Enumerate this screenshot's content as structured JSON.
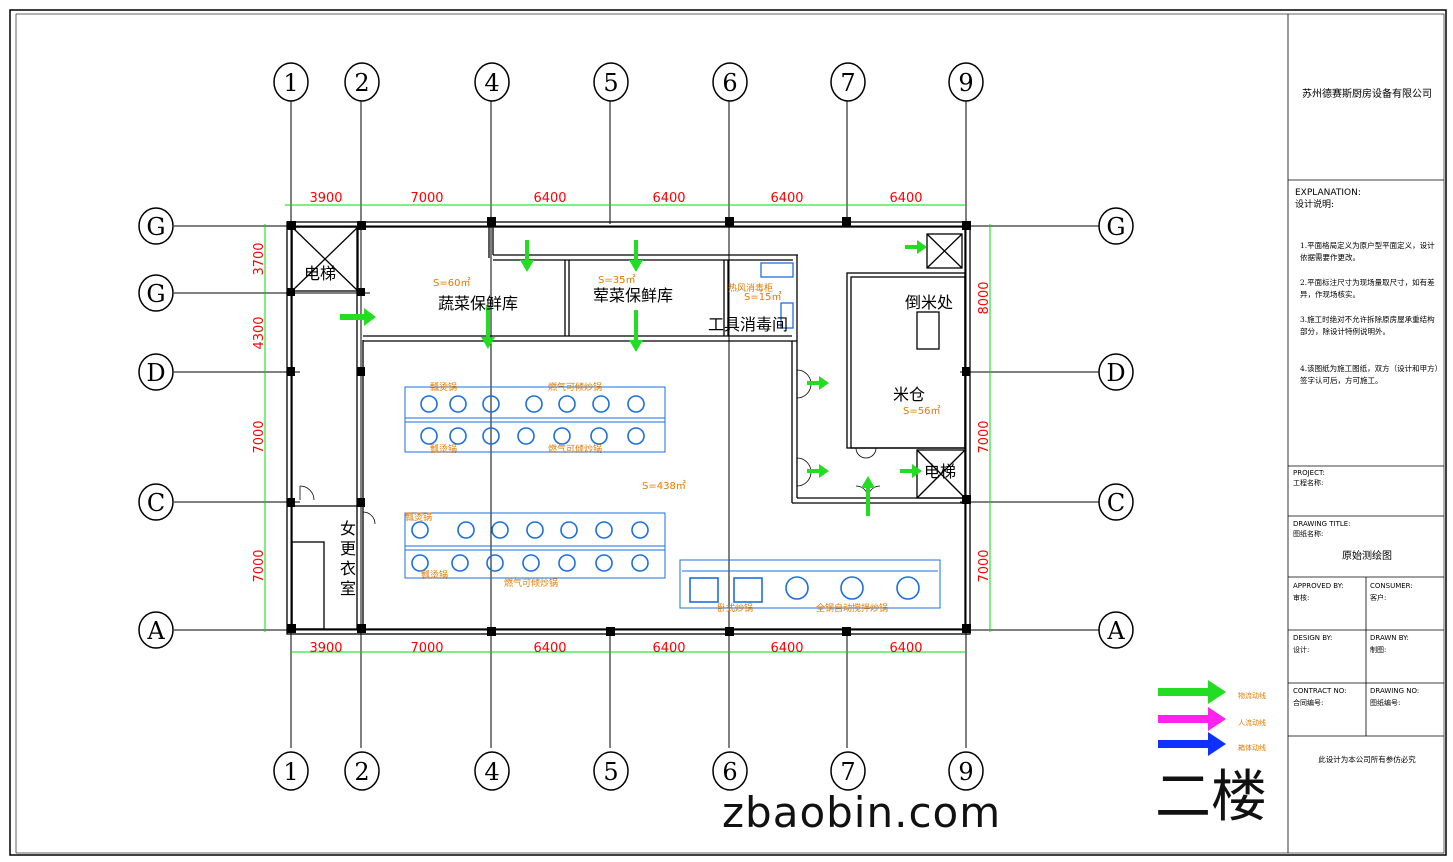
{
  "company": "苏州德赛斯厨房设备有限公司",
  "explanation": {
    "title_en": "EXPLANATION:",
    "title_cn": "设计说明:",
    "notes": [
      "1.平面格局定义为原户型平面定义，设计依据需要作更改。",
      "2.平面标注尺寸为现场量取尺寸，如有差异，作现场核实。",
      "3.施工时绝对不允许拆除原房屋承重结构部分，除设计特例说明外。",
      "4.该图纸为施工图纸，双方（设计和甲方）签字认可后，方可施工。"
    ]
  },
  "title_block": {
    "project_en": "PROJECT:",
    "project_cn": "工程名称:",
    "drawing_title_en": "DRAWING TITLE:",
    "drawing_title_cn": "图纸名称:",
    "drawing_title_value": "原始测绘图",
    "approved_en": "APPROVED BY:",
    "approved_cn": "审核:",
    "consumer_en": "CONSUMER:",
    "consumer_cn": "客户:",
    "design_en": "DESIGN BY:",
    "design_cn": "设计:",
    "drawn_en": "DRAWN BY:",
    "drawn_cn": "制图:",
    "contract_en": "CONTRACT NO:",
    "contract_cn": "合同编号:",
    "drawing_no_en": "DRAWING NO:",
    "drawing_no_cn": "图纸编号:",
    "copyright": "此设计为本公司所有参仿必究"
  },
  "axes": {
    "vertical": [
      "1",
      "2",
      "4",
      "5",
      "6",
      "7",
      "9"
    ],
    "horizontal": [
      "G",
      "G",
      "D",
      "C",
      "A"
    ],
    "top_dims": [
      "3900",
      "7000",
      "6400",
      "6400",
      "6400",
      "6400"
    ],
    "bottom_dims": [
      "3900",
      "7000",
      "6400",
      "6400",
      "6400",
      "6400"
    ],
    "left_dims": [
      "3700",
      "4300",
      "7000",
      "7000"
    ],
    "right_dims": [
      "8000",
      "7000",
      "7000"
    ]
  },
  "rooms": {
    "elevator_1": "电梯",
    "veg_store": "蔬菜保鲜库",
    "veg_area": "S=60㎡",
    "meat_store": "荤菜保鲜库",
    "meat_area": "S=35㎡",
    "tool_room": "工具消毒间",
    "tool_label": "热风消毒柜",
    "tool_area": "S=15㎡",
    "rice_pour": "倒米处",
    "rice_store": "米仓",
    "rice_area": "S=56㎡",
    "elevator_2": "电梯",
    "locker": "女更衣室",
    "kitchen_area": "S=438㎡"
  },
  "equipment_labels": {
    "row1_top_a": "瓢烫锅",
    "row1_top_b": "燃气可倾炒锅",
    "row1_bottom_a": "瓢烫锅",
    "row1_bottom_b": "燃气可倾炒锅",
    "row2_top_a": "瓢烫锅",
    "row2_bottom_a": "瓢烫锅",
    "row2_bottom_b": "燃气可倾炒锅",
    "row3_a": "卧式炒锅",
    "row3_b": "全钢自动搅拌炒锅"
  },
  "legend": [
    {
      "label": "物流动线",
      "color": "#22dd22"
    },
    {
      "label": "人流动线",
      "color": "#ff22ee"
    },
    {
      "label": "箱体动线",
      "color": "#1030ff"
    }
  ],
  "floor_label": "二楼",
  "watermark": "zbaobin.com",
  "colors": {
    "wall": "#000000",
    "dim_line": "#00dd00",
    "dim_text": "#ff0000",
    "equipment": "#1a6fe0",
    "equipment_text": "#e07a00"
  }
}
